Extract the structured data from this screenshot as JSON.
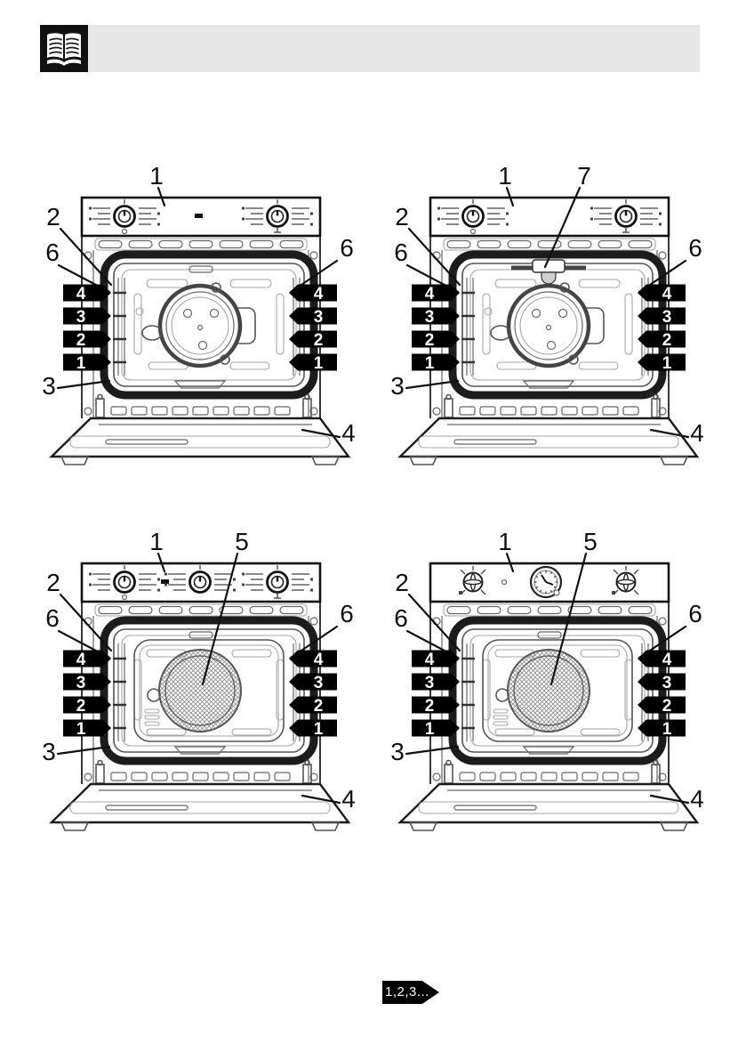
{
  "document": {
    "type": "appliance-manual-page",
    "header": {
      "icon": "open-book-icon"
    },
    "footer": {
      "shelf_positions_tag": "1,2,3..."
    }
  },
  "theme": {
    "page_background": "#ffffff",
    "header_bar": "#e7e7e7",
    "line_art": "#2b2b2b",
    "tag_background": "#000000",
    "tag_text": "#ffffff"
  },
  "diagrams": [
    {
      "name": "oven-front-two-knobs",
      "grid_position": "top-left",
      "callouts": {
        "c1": "1",
        "c2": "2",
        "c3": "3",
        "c4": "4",
        "c6_left": "6",
        "c6_right": "6"
      },
      "shelf_levels": [
        "4",
        "3",
        "2",
        "1"
      ]
    },
    {
      "name": "oven-front-two-knobs-grill-deflector",
      "grid_position": "top-right",
      "callouts": {
        "c1": "1",
        "c2": "2",
        "c3": "3",
        "c4": "4",
        "c6_left": "6",
        "c6_right": "6",
        "c7": "7"
      },
      "shelf_levels": [
        "4",
        "3",
        "2",
        "1"
      ]
    },
    {
      "name": "oven-front-three-knobs-fan",
      "grid_position": "bottom-left",
      "callouts": {
        "c1": "1",
        "c2": "2",
        "c3": "3",
        "c4": "4",
        "c5": "5",
        "c6_left": "6",
        "c6_right": "6"
      },
      "shelf_levels": [
        "4",
        "3",
        "2",
        "1"
      ]
    },
    {
      "name": "oven-front-clock-fan",
      "grid_position": "bottom-right",
      "callouts": {
        "c1": "1",
        "c2": "2",
        "c3": "3",
        "c4": "4",
        "c5": "5",
        "c6_left": "6",
        "c6_right": "6"
      },
      "shelf_levels": [
        "4",
        "3",
        "2",
        "1"
      ]
    }
  ]
}
